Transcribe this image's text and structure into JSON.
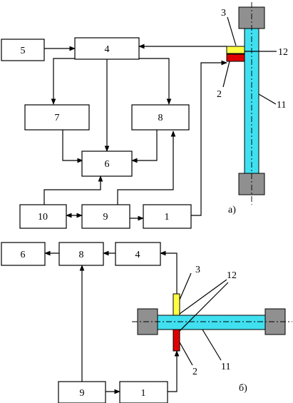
{
  "colors": {
    "shaft": "#40e0f0",
    "upper_sensor": "#ffff44",
    "lower_sensor": "#e00000",
    "bearing": "#909090",
    "line": "#000000"
  },
  "diagram_a": {
    "caption": "а)",
    "blocks": {
      "b5": "5",
      "b4": "4",
      "b7": "7",
      "b8": "8",
      "b6": "6",
      "b10": "10",
      "b9": "9",
      "b1": "1"
    },
    "callouts": {
      "c3": "3",
      "c12": "12",
      "c2": "2",
      "c11": "11"
    }
  },
  "diagram_b": {
    "caption": "б)",
    "blocks": {
      "b6": "6",
      "b8": "8",
      "b4": "4",
      "b9": "9",
      "b1": "1"
    },
    "callouts": {
      "c3": "3",
      "c12": "12",
      "c2": "2",
      "c11": "11"
    }
  }
}
